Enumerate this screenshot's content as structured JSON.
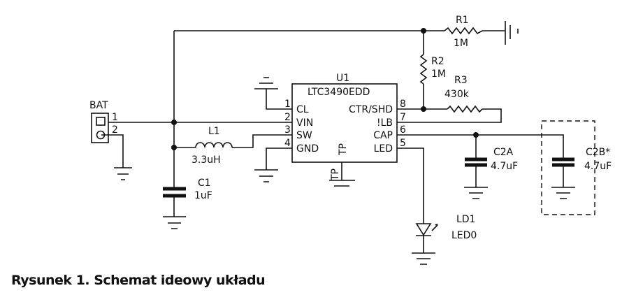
{
  "ic": {
    "ref": "U1",
    "part": "LTC3490EDD",
    "tp_label": "TP",
    "tp_pin_label": "TP",
    "left_pins": [
      {
        "num": "1",
        "name": "CL"
      },
      {
        "num": "2",
        "name": "VIN"
      },
      {
        "num": "3",
        "name": "SW"
      },
      {
        "num": "4",
        "name": "GND"
      }
    ],
    "right_pins": [
      {
        "num": "8",
        "name": "CTR/SHD"
      },
      {
        "num": "7",
        "name": "!LB"
      },
      {
        "num": "6",
        "name": "CAP"
      },
      {
        "num": "5",
        "name": "LED"
      }
    ]
  },
  "bat": {
    "ref": "BAT",
    "pin1": "1",
    "pin2": "2"
  },
  "r1": {
    "ref": "R1",
    "value": "1M"
  },
  "r2": {
    "ref": "R2",
    "value": "1M"
  },
  "r3": {
    "ref": "R3",
    "value": "430k"
  },
  "l1": {
    "ref": "L1",
    "value": "3.3uH"
  },
  "c1": {
    "ref": "C1",
    "value": "1uF"
  },
  "c2a": {
    "ref": "C2A",
    "value": "4.7uF"
  },
  "c2b": {
    "ref": "C2B*",
    "value": "4.7uF"
  },
  "ld1": {
    "ref": "LD1",
    "value": "LED0"
  },
  "caption": "Rysunek 1. Schemat ideowy układu"
}
